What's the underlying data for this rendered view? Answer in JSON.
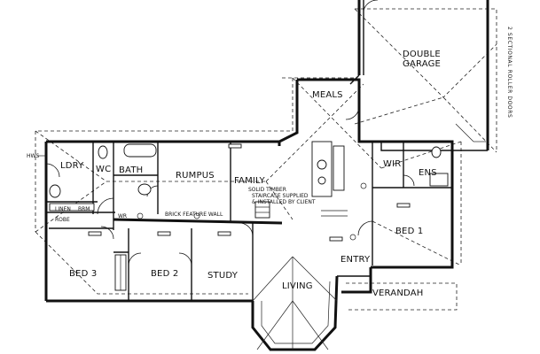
{
  "rooms": {
    "double_garage_line1": "DOUBLE",
    "double_garage_line2": "GARAGE",
    "meals": "MEALS",
    "ldry": "LDRY",
    "wc": "WC",
    "bath": "BATH",
    "rumpus": "RUMPUS",
    "family": "FAMILY",
    "wir": "WIR",
    "ens": "ENS",
    "bed1": "BED 1",
    "bed3": "BED 3",
    "bed2": "BED 2",
    "study": "STUDY",
    "entry": "ENTRY",
    "living": "LIVING",
    "verandah": "VERANDAH"
  },
  "annotations": {
    "hws": "HWS",
    "linen": "LINEN",
    "brm": "BRM",
    "brick_feature_wall": "BRICK FEATURE WALL",
    "wr": "WR",
    "robe": "ROBE",
    "note_line1": "SOLID TIMBER",
    "note_line2": "STAIRCASE SUPPLIED",
    "note_line3": "& INSTALLED BY CLIENT",
    "garage_door_note": "2 SECTIONAL ROLLER DOORS"
  }
}
